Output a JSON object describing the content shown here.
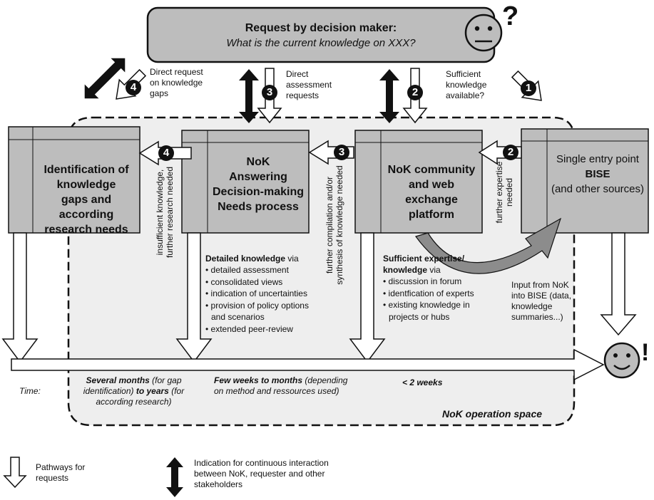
{
  "request": {
    "title": "Request by decision maker:",
    "subtitle": "What is the current knowledge on XXX?",
    "question_mark": "?"
  },
  "happy_mark": "!",
  "top_labels": {
    "direct_request": "Direct request\non knowledge\ngaps",
    "direct_assessment": "Direct\nassessment\nrequests",
    "sufficient_knowledge": "Sufficient\nknowledge\navailable?"
  },
  "badges": [
    "4",
    "3",
    "2",
    "1",
    "4",
    "3",
    "2"
  ],
  "boxes": {
    "gaps": "Identification of\nknowledge\ngaps and according\nresearch needs",
    "answering": "NoK\nAnswering\nDecision-making\nNeeds process",
    "community": "NoK community\nand web exchange\nplatform",
    "bise_line1": "Single entry point",
    "bise_line2": "BISE",
    "bise_line3": "(and other sources)"
  },
  "vertical_labels": {
    "insufficient": "insufficient knowledge,\nfurther research needed",
    "further_compilation": "further compilation and/or\nsynthesis of knowledge needed",
    "further_expertise": "further expertise\nneeded"
  },
  "detailed": {
    "heading_bold": "Detailed knowledge",
    "heading_rest": " via",
    "items": [
      "detailed assessment",
      "consolidated views",
      "indication of uncertainties",
      "provision of policy options",
      "and scenarios",
      "extended peer-review"
    ]
  },
  "sufficient": {
    "heading_bold": "Sufficient expertise/\nknowledge",
    "heading_rest": " via",
    "items": [
      "discussion in forum",
      "identfication of experts",
      "existing knowledge in",
      "projects or hubs"
    ]
  },
  "input_note": "Input from NoK\ninto BISE (data,\nknowledge\nsummaries...)",
  "time": {
    "label": "Time:",
    "col1_bold1": "Several months",
    "col1_rest1": " (for gap\nidentification) ",
    "col1_bold2": "to years",
    "col1_rest2": " (for\naccording research)",
    "col2_bold": "Few weeks to months",
    "col2_rest": " (depending\non method and ressources used)",
    "col3": "< 2 weeks"
  },
  "space_label": "NoK operation space",
  "legend": {
    "pathways": "Pathways for\nrequests",
    "interaction": "Indication for continuous interaction\nbetween NoK, requester and other\nstakeholders"
  },
  "colors": {
    "box_fill": "#bdbdbd",
    "space_fill": "#eeeeee",
    "dark": "#111111",
    "bise_arc": "#8c8c8c"
  }
}
